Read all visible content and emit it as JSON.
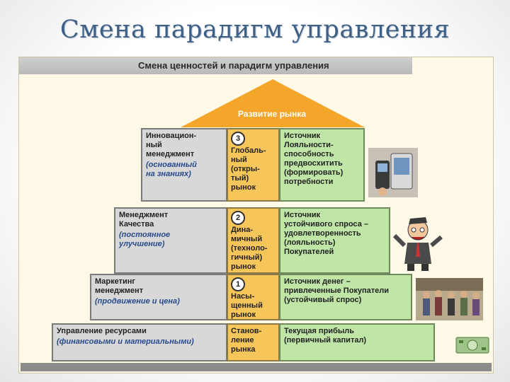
{
  "slide": {
    "title": "Смена парадигм управления"
  },
  "figure": {
    "header": "Смена ценностей и парадигм управления",
    "roof_label": "Развитие рынка",
    "levels": [
      {
        "number": "3",
        "left": "Инновацион-\nный\nменеджмент",
        "left_sub": "(основанный\nна знаниях)",
        "market": "Глобаль-\nный\n(откры-\nтый)\nрынок",
        "right": "Источник\nЛояльности-\nспособность\nпредвосхитить\n(формировать)\nпотребности"
      },
      {
        "number": "2",
        "left": "Менеджмент\nКачества",
        "left_sub": "(постоянное\nулучшение)",
        "market": "Дина-\nмичный\n(техноло-\nгичный)\nрынок",
        "right": "Источник\nустойчивого спроса –\nудовлетворенность\n(лояльность)\nПокупателей"
      },
      {
        "number": "1",
        "left": "Маркетинг\nменеджмент",
        "left_sub": "(продвижение и цена)",
        "market": "Насы-\nщенный\nрынок",
        "right": "Источник денег –\nпривлеченные Покупатели\n(устойчивый спрос)"
      },
      {
        "number": "",
        "left": "Управление ресурсами",
        "left_sub": "(финансовыми и материальными)",
        "market": "Станов-\nление\nрынка",
        "right": "Текущая прибыль\n(первичный капитал)"
      }
    ]
  }
}
